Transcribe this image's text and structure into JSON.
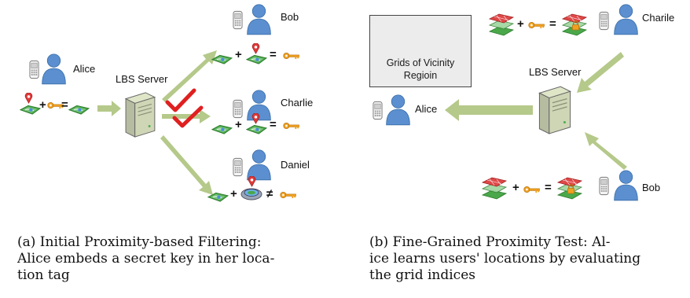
{
  "panel_a": {
    "alice_label": "Alice",
    "server_label": "LBS Server",
    "users": [
      {
        "name": "Bob"
      },
      {
        "name": "Charlie"
      },
      {
        "name": "Daniel"
      }
    ],
    "op_plus": "+",
    "op_eq": "=",
    "op_neq": "≠",
    "caption_lines": [
      "(a) Initial Proximity-based Filtering:",
      "Alice embeds a secret key in her loca-",
      "tion tag"
    ]
  },
  "panel_b": {
    "grid_box_lines": [
      "Grids of Vicinity",
      "Regioin"
    ],
    "server_label": "LBS Server",
    "alice_label": "Alice",
    "charile_label": "Charile",
    "bob_label": "Bob",
    "op_plus": "+",
    "op_eq": "=",
    "caption_lines": [
      "(b) Fine-Grained Proximity Test: Al-",
      "ice learns users' locations by evaluating",
      "the grid indices"
    ]
  },
  "colors": {
    "arrow": "#b5c98a",
    "check": "#e02020",
    "key": "#f0a020",
    "person": "#5b8fd0",
    "grid_red": "#e04848",
    "map_green": "#4aa84a"
  }
}
